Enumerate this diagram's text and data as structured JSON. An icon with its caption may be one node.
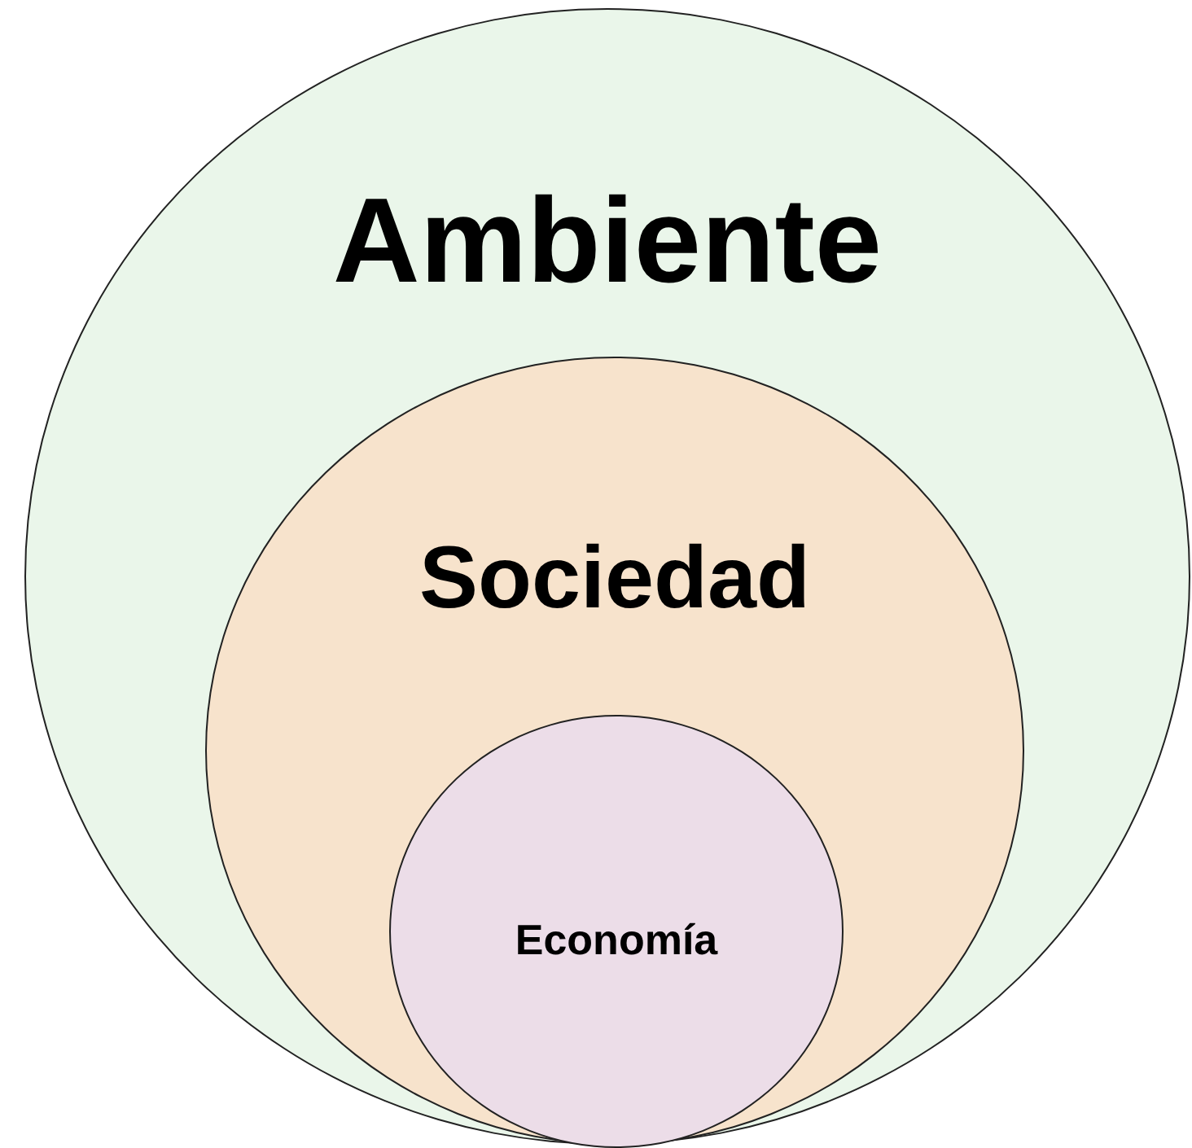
{
  "diagram": {
    "nodes": [
      {
        "text": [
          "Ambiente"
        ]
      },
      {
        "text": [
          "Sociedad"
        ],
        "in": 0
      },
      {
        "text": [
          "Economía"
        ],
        "in": 1
      }
    ]
  }
}
